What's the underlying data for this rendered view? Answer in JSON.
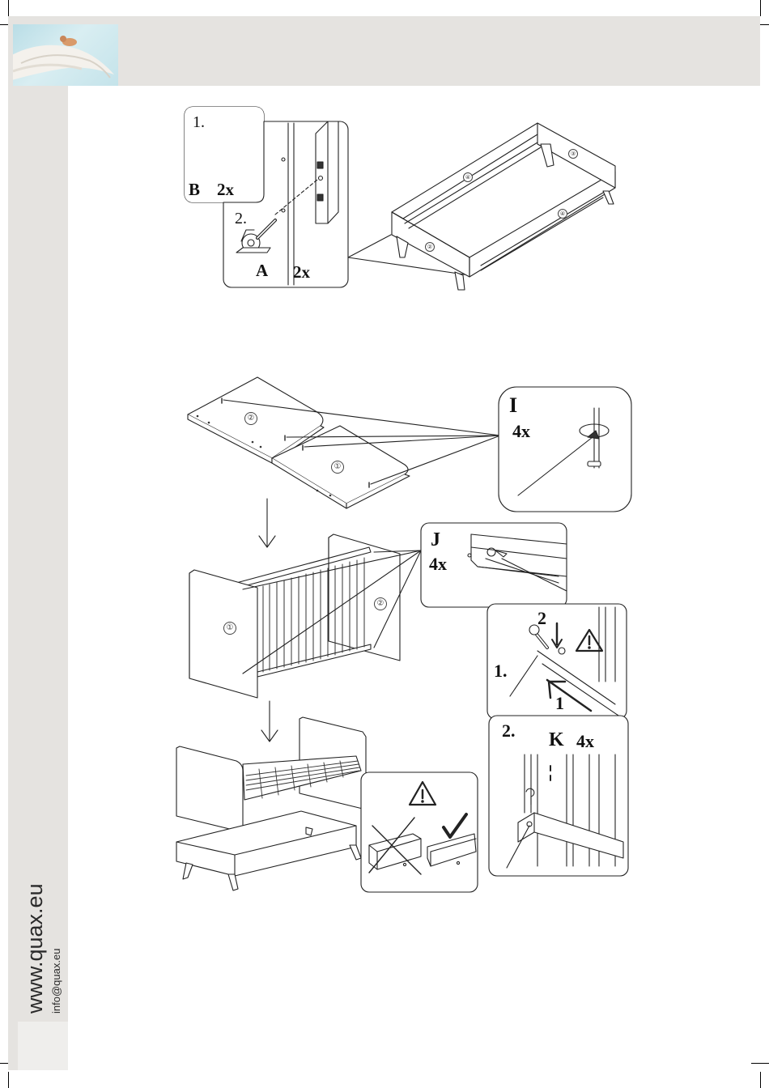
{
  "brand": {
    "website": "www.quax.eu",
    "email": "info@quax.eu"
  },
  "step_top": {
    "detail_b": {
      "step": "1.",
      "part": "B",
      "qty": "2x"
    },
    "detail_a": {
      "step": "2.",
      "part": "A",
      "qty": "2x"
    },
    "part_numbers": [
      "②",
      "③",
      "④",
      "④"
    ]
  },
  "step_bottom": {
    "detail_i": {
      "part": "I",
      "qty": "4x"
    },
    "detail_j": {
      "part": "J",
      "qty": "4x"
    },
    "detail_k": {
      "step1": "1.",
      "step2": "2.",
      "arrow_1": "1",
      "arrow_2": "2",
      "part": "K",
      "qty": "4x"
    },
    "panel_numbers": [
      "②",
      "①",
      "①",
      "②"
    ]
  },
  "colors": {
    "band": "#e5e3e0",
    "line": "#222222"
  }
}
